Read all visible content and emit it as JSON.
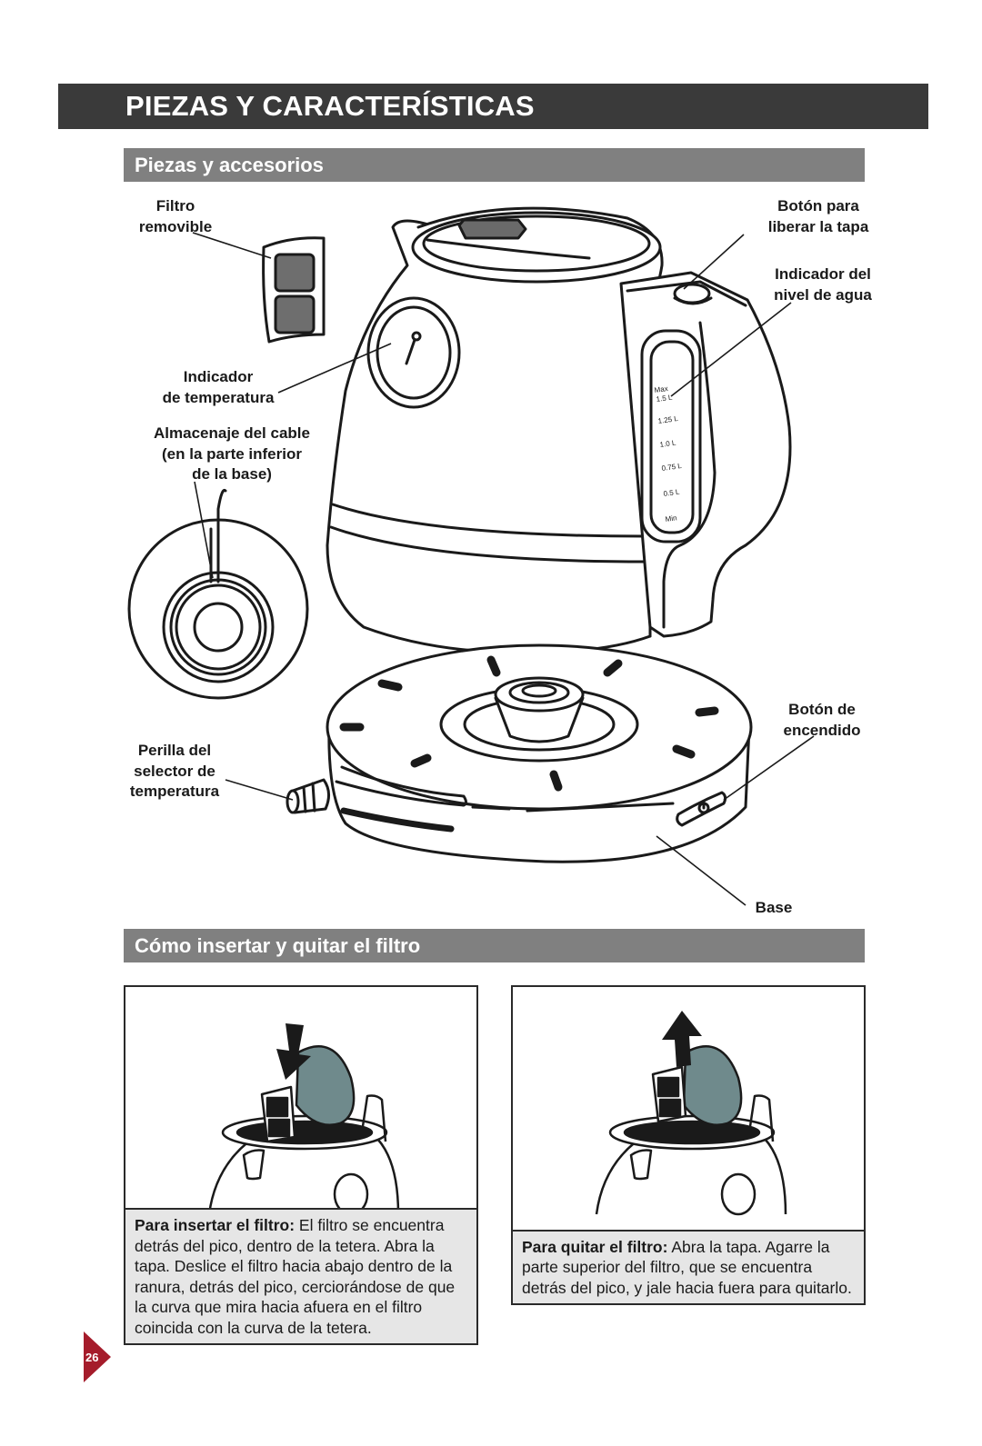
{
  "header": {
    "title": "PIEZAS Y CARACTERÍSTICAS"
  },
  "sections": {
    "parts": "Piezas y accesorios",
    "filter": "Cómo insertar y quitar el filtro"
  },
  "labels": {
    "filter": "Filtro\nremovible",
    "lid_button": "Botón para\nliberar la tapa",
    "water_level": "Indicador del\nnivel de agua",
    "temp_indicator": "Indicador\nde temperatura",
    "cord_storage": "Almacenaje del cable\n(en la parte inferior\nde la base)",
    "temp_knob": "Perilla del\nselector de\ntemperatura",
    "power_button": "Botón de\nencendido",
    "base": "Base"
  },
  "gauge": {
    "max": "Max",
    "marks": [
      "1.5 L",
      "1.25 L",
      "1.0 L",
      "0.75 L",
      "0.5 L"
    ],
    "min": "Min"
  },
  "panels": {
    "insert": {
      "lead": "Para insertar el filtro:",
      "text": " El filtro se encuentra detrás del pico, dentro de la tetera. Abra la tapa. Deslice el filtro hacia abajo dentro de la ranura, detrás del pico, cerciorándose de que la curva que mira hacia afuera en el filtro coincida con la curva de la tetera."
    },
    "remove": {
      "lead": "Para quitar el filtro:",
      "text": " Abra la tapa. Agarre la parte superior del filtro, que se encuentra detrás del pico, y jale hacia fuera para quitarlo."
    }
  },
  "page_number": "26",
  "colors": {
    "title_bar": "#3a3a3a",
    "section_bar": "#808080",
    "caption_bg": "#e6e6e6",
    "page_tab": "#a51c2b",
    "lid_grey": "#6f8a8c"
  }
}
